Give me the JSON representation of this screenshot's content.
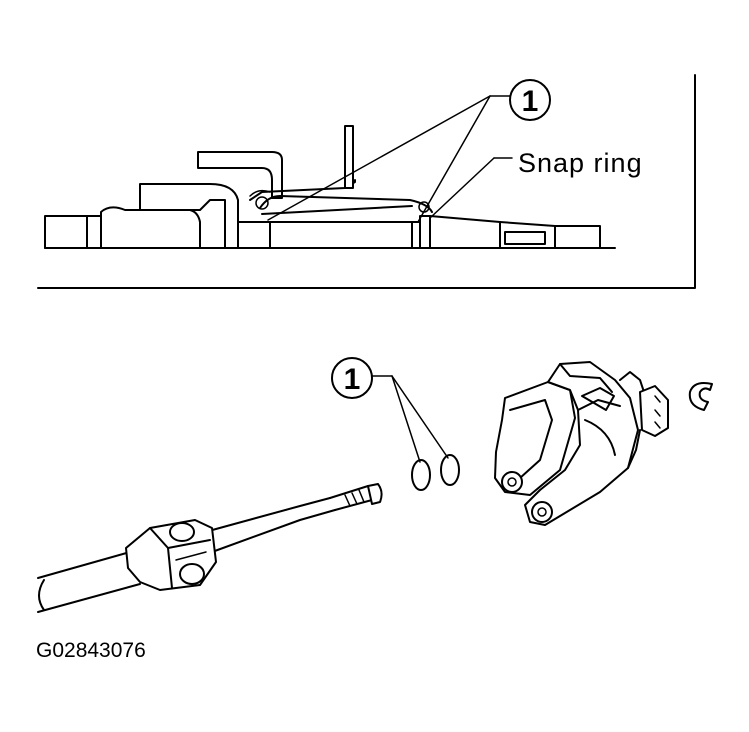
{
  "top_view": {
    "callout_number": "1",
    "snap_ring_label": "Snap ring"
  },
  "bottom_view": {
    "callout_number": "1"
  },
  "figure_id": "G02843076"
}
